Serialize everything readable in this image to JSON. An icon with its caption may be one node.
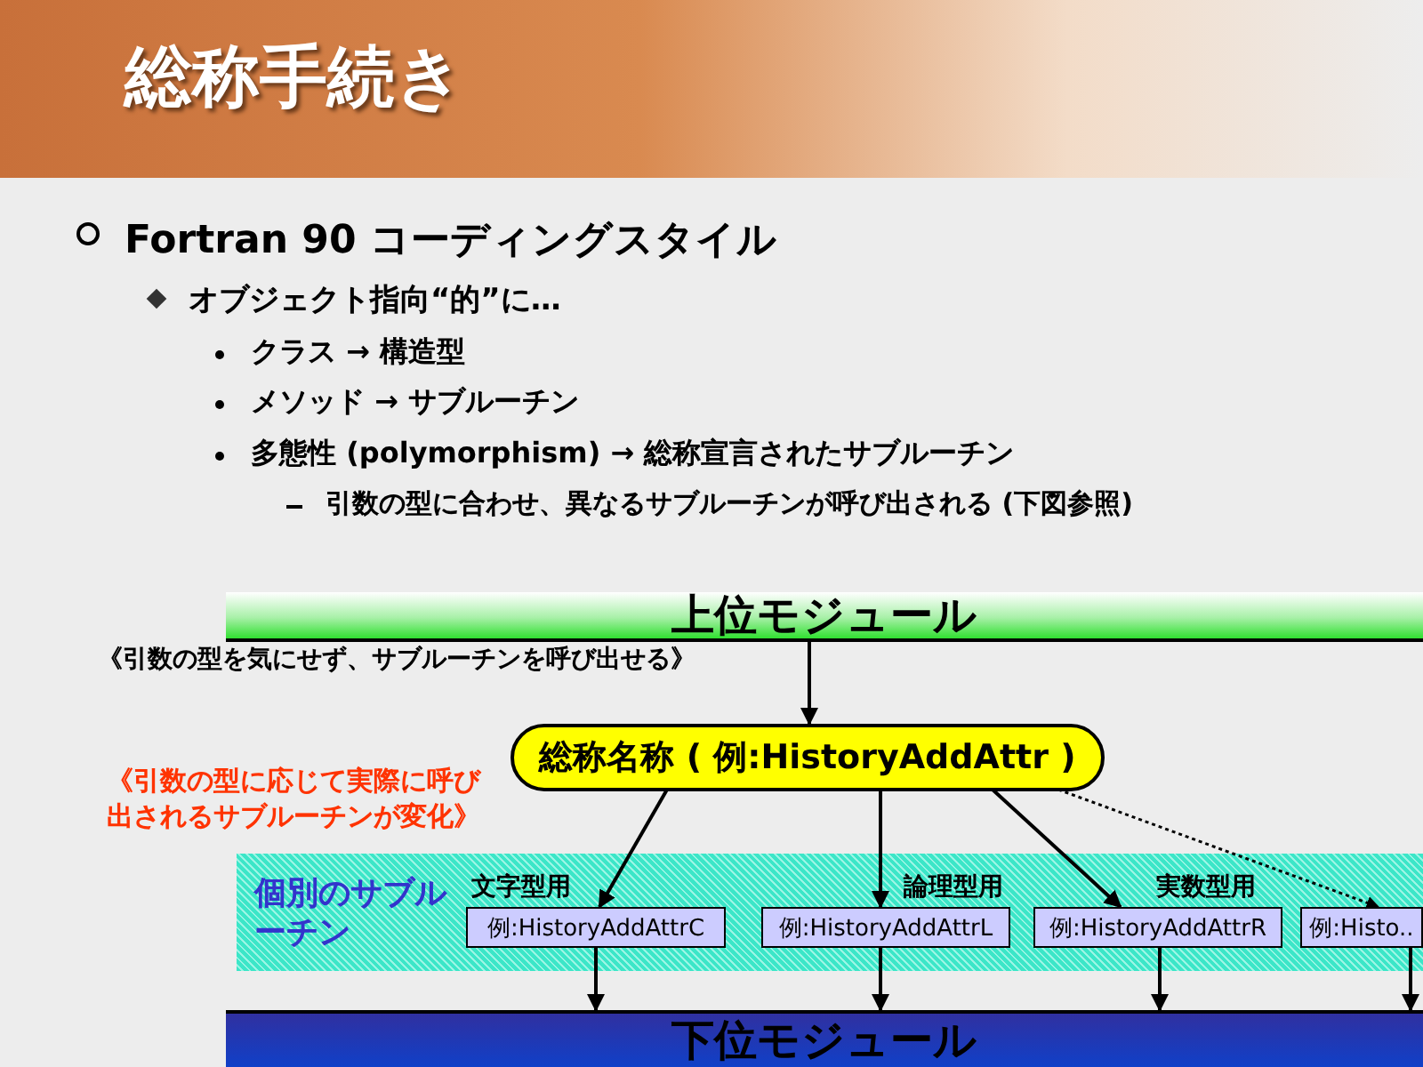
{
  "diagram": {
    "title": "総称手続き",
    "nodes": [
      {
        "text": [
          "上位モジュール"
        ]
      },
      {
        "text": [
          "総称名称 ( 例:HistoryAddAttr )"
        ]
      },
      {
        "text": [
          "個別のサブルーチン"
        ]
      },
      {
        "text": [
          "例:HistoryAddAttrC"
        ],
        "in": 2,
        "beside": [
          "文字型用"
        ]
      },
      {
        "text": [
          "例:HistoryAddAttrL"
        ],
        "in": 2,
        "beside": [
          "論理型用"
        ]
      },
      {
        "text": [
          "例:HistoryAddAttrR"
        ],
        "in": 2,
        "beside": [
          "実数型用"
        ]
      },
      {
        "text": [
          "例:Histo.."
        ],
        "in": 2
      },
      {
        "text": [
          "下位モジュール"
        ]
      }
    ],
    "edges": [
      {
        "from": 0,
        "to": 1,
        "arrow": "to"
      },
      {
        "from": 1,
        "to": 3,
        "arrow": "to"
      },
      {
        "from": 1,
        "to": 4,
        "arrow": "to"
      },
      {
        "from": 1,
        "to": 5,
        "arrow": "to"
      },
      {
        "from": 1,
        "to": 6,
        "arrow": "to",
        "style": "dashed"
      },
      {
        "from": 3,
        "to": 7,
        "arrow": "to"
      },
      {
        "from": 4,
        "to": 7,
        "arrow": "to"
      },
      {
        "from": 5,
        "to": 7,
        "arrow": "to"
      },
      {
        "from": 6,
        "to": 7,
        "arrow": "to"
      }
    ],
    "labels": [
      "Fortran 90 コーディングスタイル",
      "オブジェクト指向“的”に…",
      "クラス → 構造型",
      "メソッド →  サブルーチン",
      "多態性 (polymorphism) →  総称宣言されたサブルーチン",
      "引数の型に合わせ、異なるサブルーチンが呼び出される (下図参照)",
      "《引数の型を気にせず、サブルーチンを呼び出せる》",
      "《引数の型に応じて実際に呼び出されるサブルーチンが変化》"
    ]
  }
}
